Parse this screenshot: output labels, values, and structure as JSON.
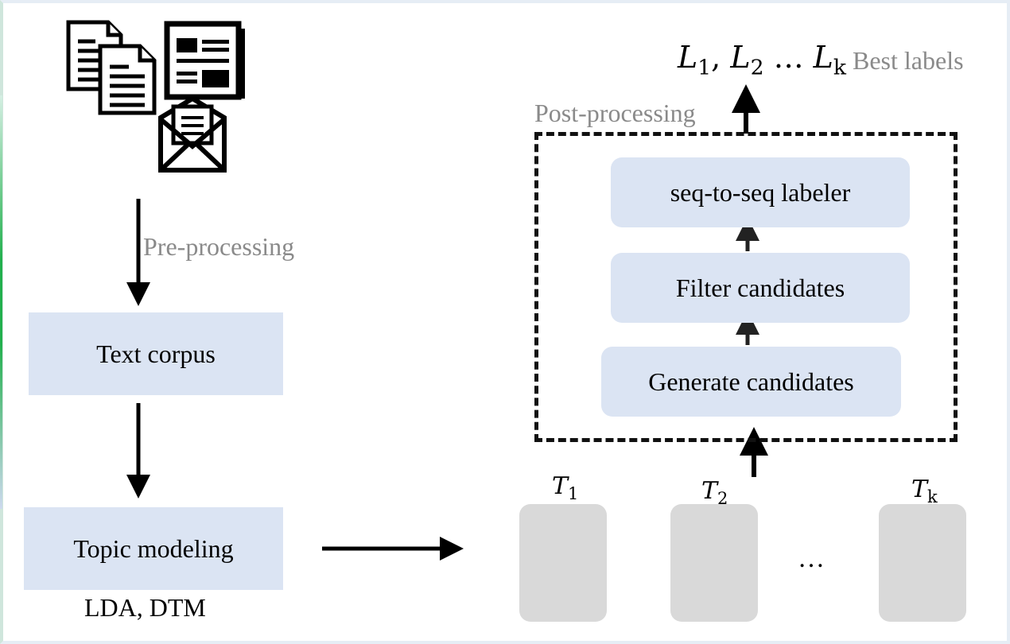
{
  "diagram": {
    "preprocessing_label": "Pre-processing",
    "text_corpus": "Text corpus",
    "topic_modeling": "Topic modeling",
    "models_caption": "LDA, DTM",
    "postprocessing_label": "Post-processing",
    "generate_candidates": "Generate candidates",
    "filter_candidates": "Filter candidates",
    "seq_labeler": "seq-to-seq labeler",
    "best_labels": "Best labels",
    "label_L1": "L",
    "label_L1_sub": "1",
    "label_L2": "L",
    "label_L2_sub": "2",
    "label_ellipsis": "…",
    "label_Lk": "L",
    "label_Lk_sub": "k",
    "topic_T1": "T",
    "topic_T1_sub": "1",
    "topic_T2": "T",
    "topic_T2_sub": "2",
    "topic_Tk": "T",
    "topic_Tk_sub": "k",
    "topics_ellipsis": "…"
  },
  "icons": [
    "documents-icon",
    "newspaper-icon",
    "email-icon"
  ],
  "colors": {
    "process_box": "#dbe4f3",
    "topic_box": "#d9d9d9",
    "gray_text": "#8a8a8a"
  }
}
